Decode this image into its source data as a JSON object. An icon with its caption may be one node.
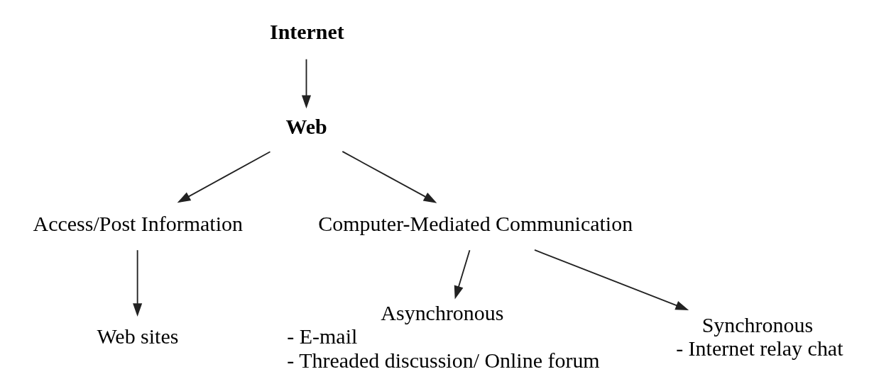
{
  "diagram": {
    "nodes": [
      {
        "text": [
          "Internet"
        ]
      },
      {
        "text": [
          "Web"
        ]
      },
      {
        "text": [
          "Access/Post Information"
        ]
      },
      {
        "text": [
          "Web sites"
        ]
      },
      {
        "text": [
          "Computer-Mediated Communication"
        ]
      },
      {
        "text": [
          "Asynchronous",
          "- E-mail",
          "- Threaded discussion/ Online forum"
        ]
      },
      {
        "text": [
          "Synchronous",
          "- Internet relay chat"
        ]
      }
    ],
    "edges": [
      {
        "from": 0,
        "to": 1,
        "arrow": "to"
      },
      {
        "from": 1,
        "to": 2,
        "arrow": "to"
      },
      {
        "from": 1,
        "to": 4,
        "arrow": "to"
      },
      {
        "from": 2,
        "to": 3,
        "arrow": "to"
      },
      {
        "from": 4,
        "to": 5,
        "arrow": "to"
      },
      {
        "from": 4,
        "to": 6,
        "arrow": "to"
      }
    ]
  }
}
